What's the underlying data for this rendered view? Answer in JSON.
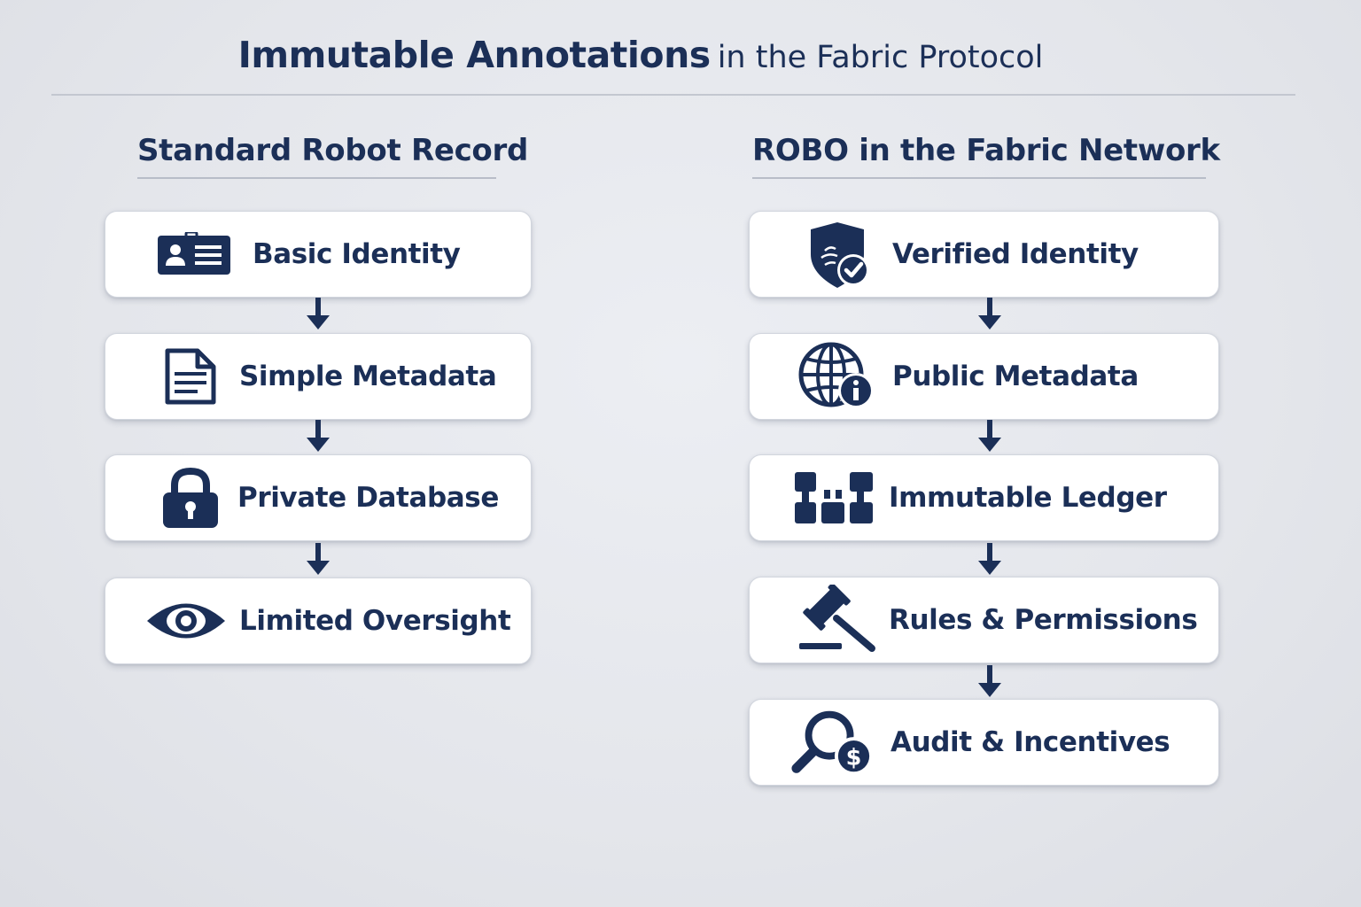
{
  "title": {
    "emphasis": "Immutable Annotations",
    "rest": "in the Fabric Protocol"
  },
  "columns": {
    "left": {
      "heading": "Standard Robot Record",
      "items": [
        {
          "label": "Basic Identity",
          "icon": "id-card-icon"
        },
        {
          "label": "Simple Metadata",
          "icon": "document-icon"
        },
        {
          "label": "Private Database",
          "icon": "padlock-icon"
        },
        {
          "label": "Limited Oversight",
          "icon": "eye-icon"
        }
      ]
    },
    "right": {
      "heading": "ROBO in the Fabric Network",
      "items": [
        {
          "label": "Verified Identity",
          "icon": "shield-check-icon"
        },
        {
          "label": "Public Metadata",
          "icon": "globe-info-icon"
        },
        {
          "label": "Immutable Ledger",
          "icon": "ledger-blocks-icon"
        },
        {
          "label": "Rules & Permissions",
          "icon": "gavel-icon"
        },
        {
          "label": "Audit & Incentives",
          "icon": "magnifier-dollar-icon"
        }
      ]
    }
  },
  "colors": {
    "navy": "#1b2f57",
    "background": "#e6e8ed",
    "card": "#ffffff"
  }
}
